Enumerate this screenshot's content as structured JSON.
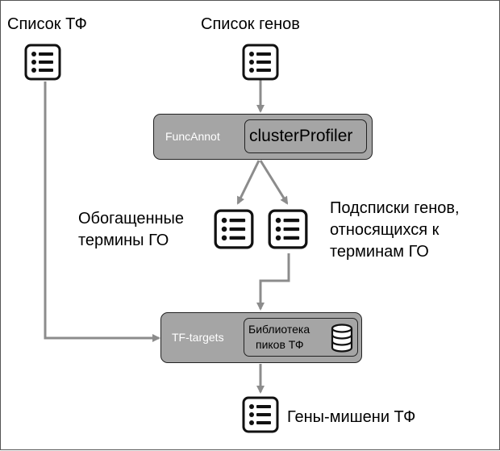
{
  "nodes": {
    "tf_list": {
      "label": "Список ТФ",
      "icon": "list-icon"
    },
    "gene_list": {
      "label": "Список генов",
      "icon": "list-icon"
    },
    "enriched_terms": {
      "label_line1": "Обогащенные",
      "label_line2": "термины ГО",
      "icon": "list-icon"
    },
    "gene_sublists": {
      "label_line1": "Подсписки генов,",
      "label_line2": "относящихся к",
      "label_line3": "терминам ГО",
      "icon": "list-icon"
    },
    "target_genes": {
      "label": "Гены-мишени ТФ",
      "icon": "list-icon"
    }
  },
  "modules": {
    "funcannot": {
      "name": "FuncAnnot",
      "tool": "clusterProfiler"
    },
    "tftargets": {
      "name": "TF-targets",
      "tool_line1": "Библиотека",
      "tool_line2": "пиков ТФ",
      "tool_icon": "database-icon"
    }
  },
  "colors": {
    "module_fill": "#a5a5a5",
    "arrow": "#8c8c8c",
    "module_text": "#ffffff",
    "frame": "#555555"
  }
}
